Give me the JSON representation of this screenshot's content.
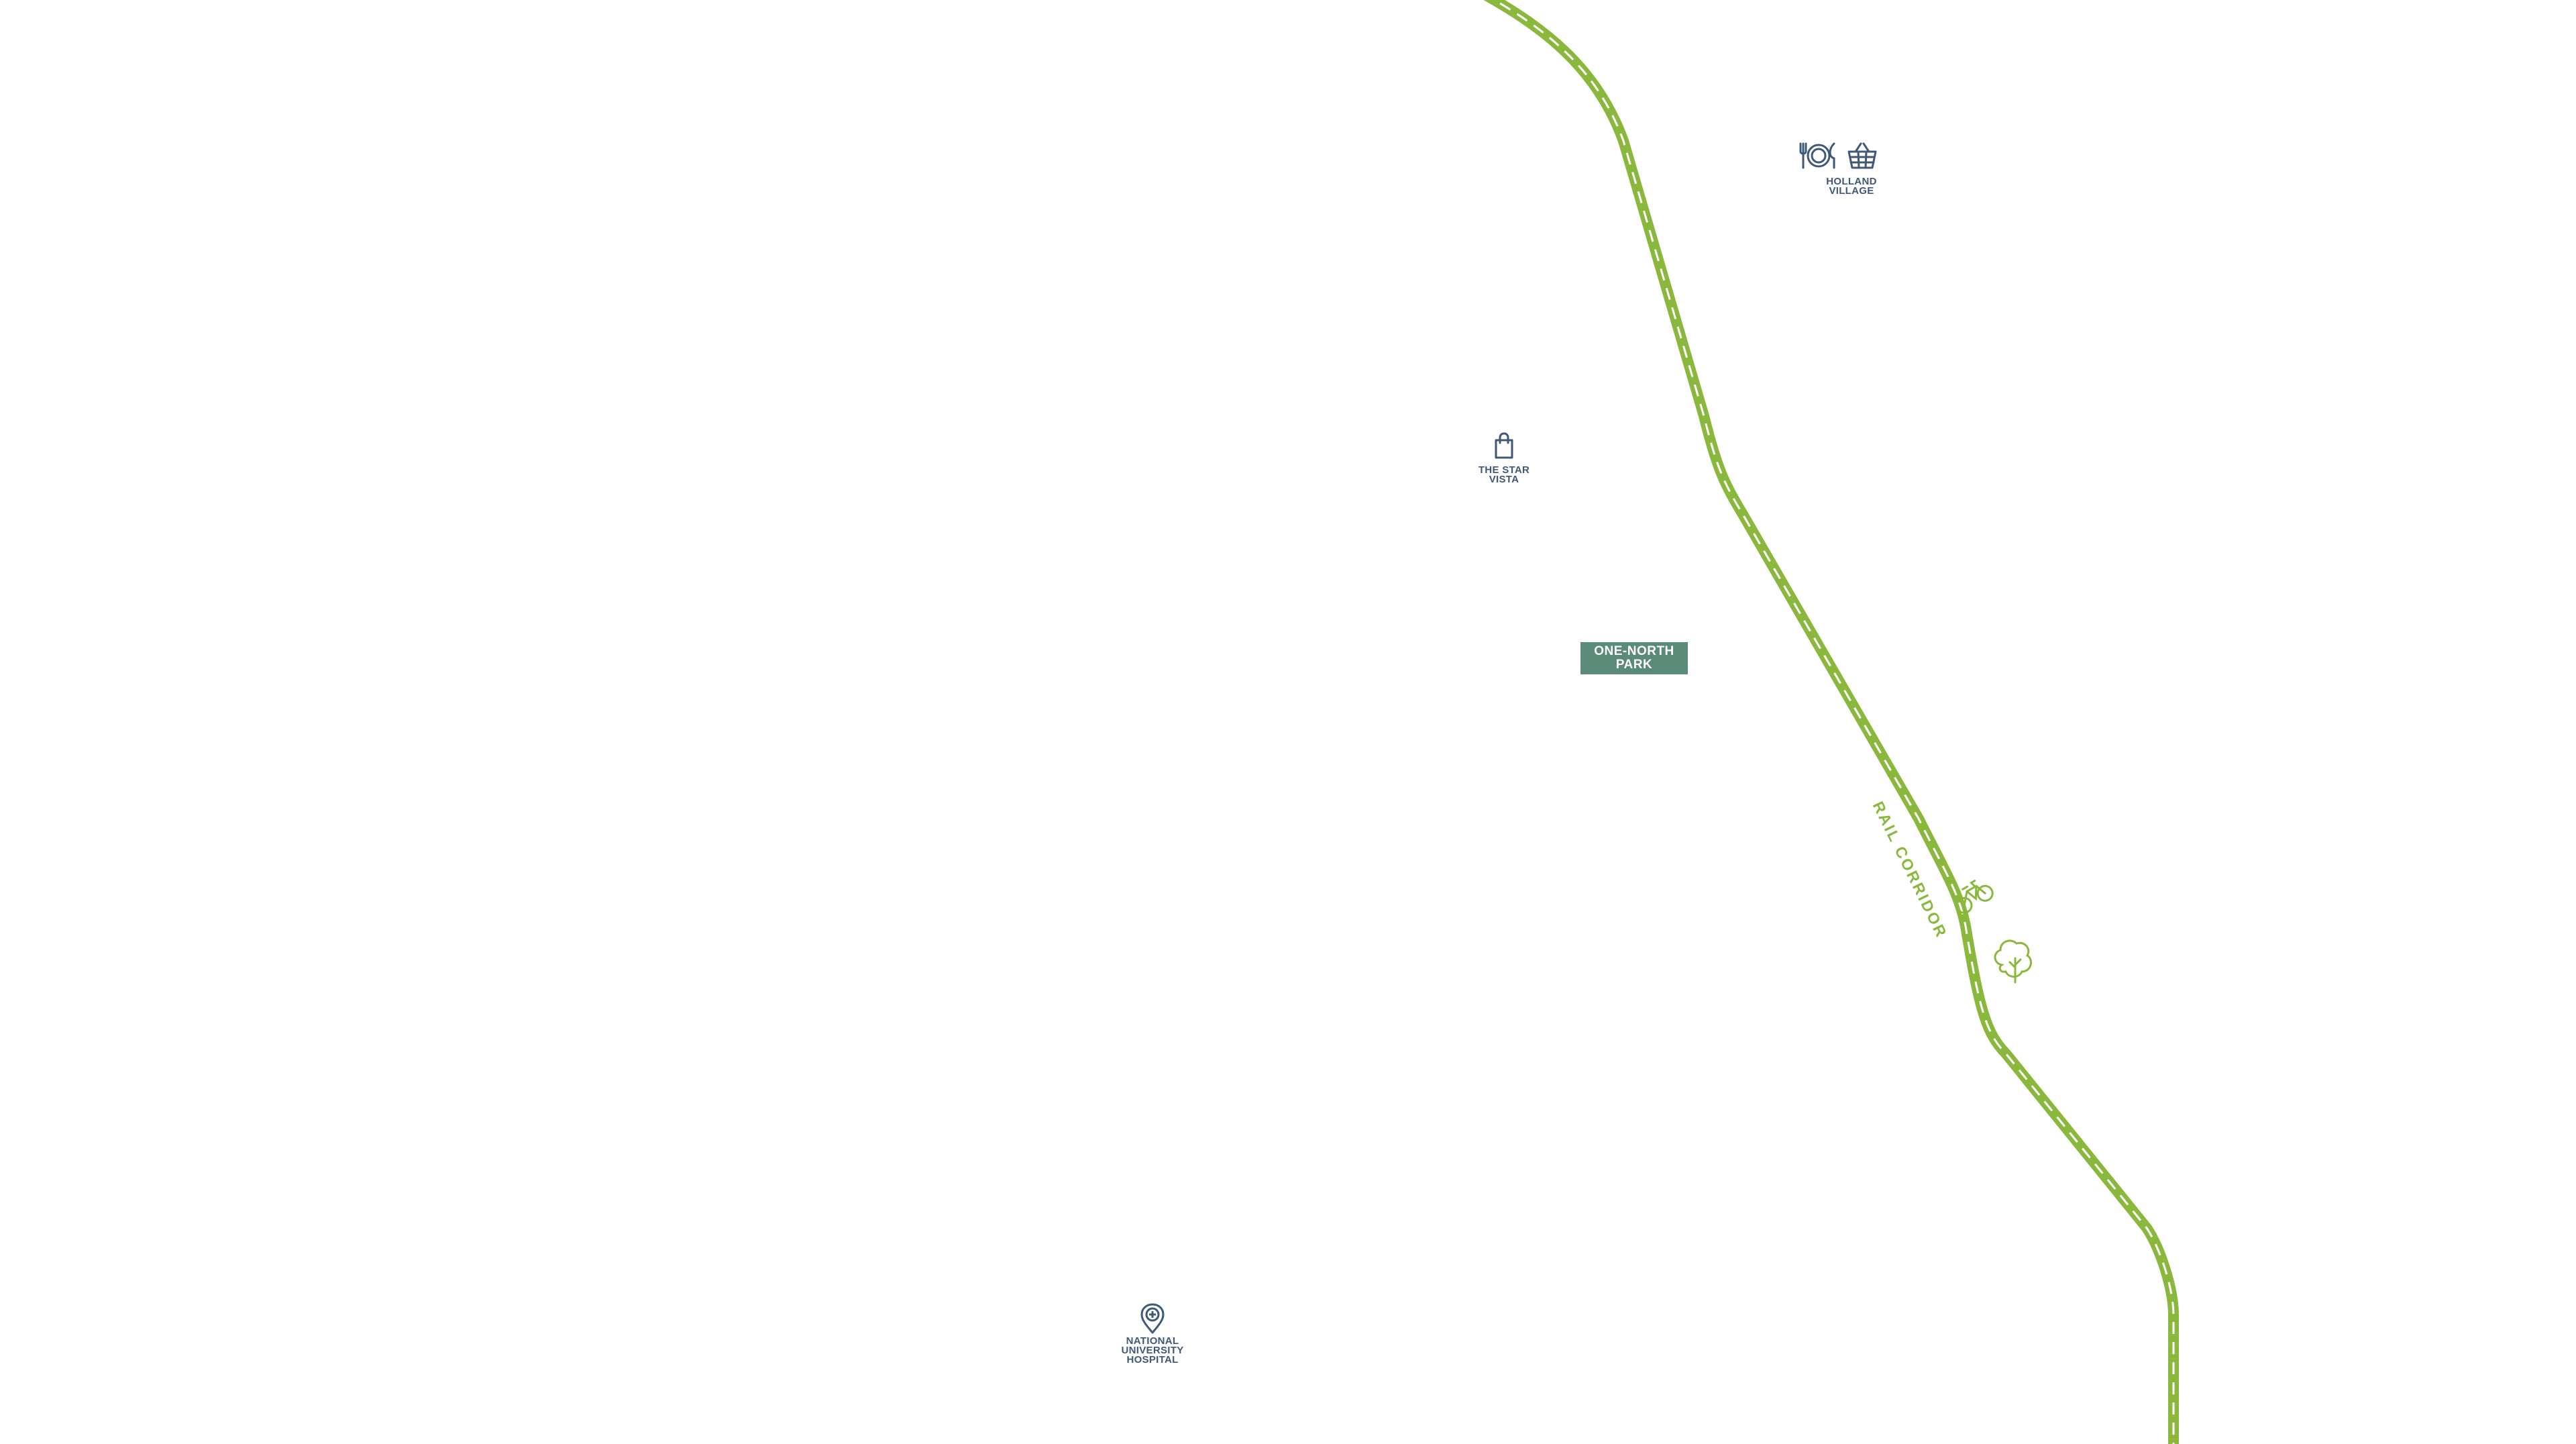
{
  "map": {
    "colors": {
      "rail": "#8ab83c",
      "poi": "#3f5878",
      "park_bg": "#5a8a78",
      "park_text": "#ffffff"
    },
    "rail_corridor": {
      "label": "RAIL CORRIDOR",
      "icons": [
        "bicycle-icon",
        "tree-icon"
      ]
    },
    "park": {
      "line1": "ONE-NORTH",
      "line2": "PARK"
    },
    "pois": {
      "holland_village": {
        "line1": "HOLLAND",
        "line2": "VILLAGE",
        "icons": [
          "dining-icon",
          "shopping-basket-icon"
        ]
      },
      "star_vista": {
        "line1": "THE STAR",
        "line2": "VISTA",
        "icons": [
          "shopping-bag-icon"
        ]
      },
      "nuh": {
        "line1": "NATIONAL",
        "line2": "UNIVERSITY",
        "line3": "HOSPITAL",
        "icons": [
          "hospital-pin-icon"
        ]
      }
    }
  }
}
